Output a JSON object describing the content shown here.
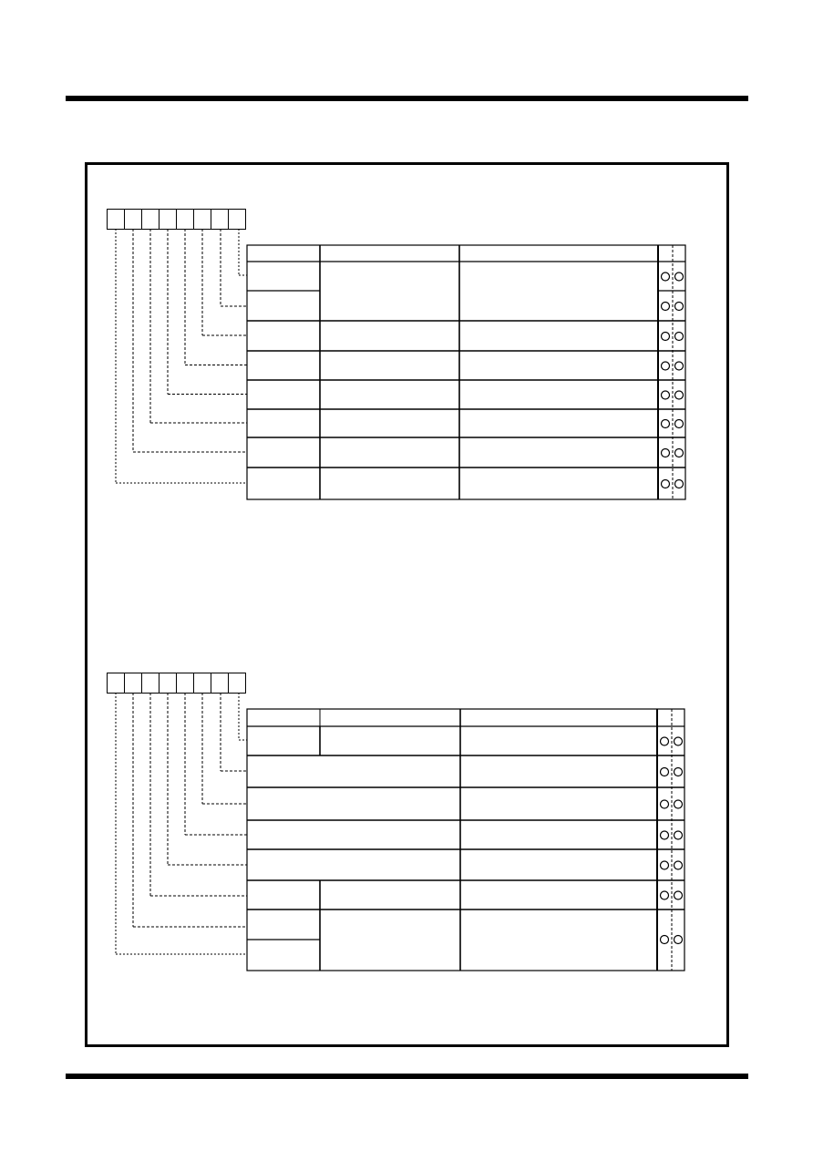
{
  "document": {
    "top_rule": "solid",
    "bottom_rule": "solid"
  },
  "frame": {
    "border": "solid"
  },
  "register_diagrams": [
    {
      "id": "register-1",
      "bit_cells": 8,
      "columns": 4,
      "rw_marks": [
        [
          "o",
          "o"
        ],
        [
          "o",
          "o"
        ],
        [
          "o",
          "o"
        ],
        [
          "o",
          "o"
        ],
        [
          "o",
          "o"
        ],
        [
          "o",
          "o"
        ],
        [
          "o",
          "o"
        ],
        [
          "o",
          "o"
        ]
      ]
    },
    {
      "id": "register-2",
      "bit_cells": 8,
      "columns": 4,
      "rw_marks": [
        [
          "o",
          "o"
        ],
        [
          "o",
          "o"
        ],
        [
          "o",
          "o"
        ],
        [
          "o",
          "o"
        ],
        [
          "o",
          "o"
        ],
        [
          "o",
          "o"
        ],
        [
          "o",
          "o"
        ]
      ]
    }
  ],
  "colors": {
    "line": "#000000",
    "background": "#ffffff"
  }
}
